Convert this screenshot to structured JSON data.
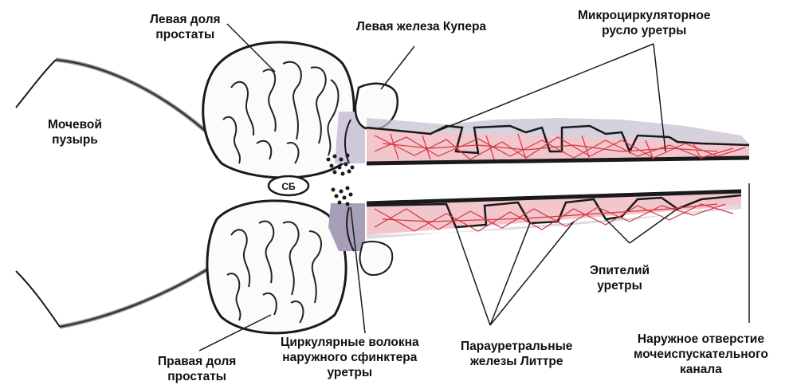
{
  "labels": {
    "left_prostate": [
      "Левая доля",
      "простаты"
    ],
    "bladder": [
      "Мочевой",
      "пузырь"
    ],
    "cowper": [
      "Левая железа Купера"
    ],
    "microcirc": [
      "Микроциркуляторное",
      "русло уретры"
    ],
    "sb": "СБ",
    "right_prostate": [
      "Правая доля",
      "простаты"
    ],
    "sphincter": [
      "Циркулярные волокна",
      "наружного сфинктера",
      "уретры"
    ],
    "littre": [
      "Парауретральные",
      "железы Литтре"
    ],
    "epithelium": [
      "Эпителий",
      "уретры"
    ],
    "meatus": [
      "Наружное отверстие",
      "мочеиспускательного",
      "канала"
    ]
  },
  "colors": {
    "outline": "#1a1a1a",
    "vessel_red": "#d8343f",
    "wall_pink": "#f1c6cc",
    "tissue_gray": "#b9b3c8",
    "sphincter_purple": "#a79fb8"
  }
}
